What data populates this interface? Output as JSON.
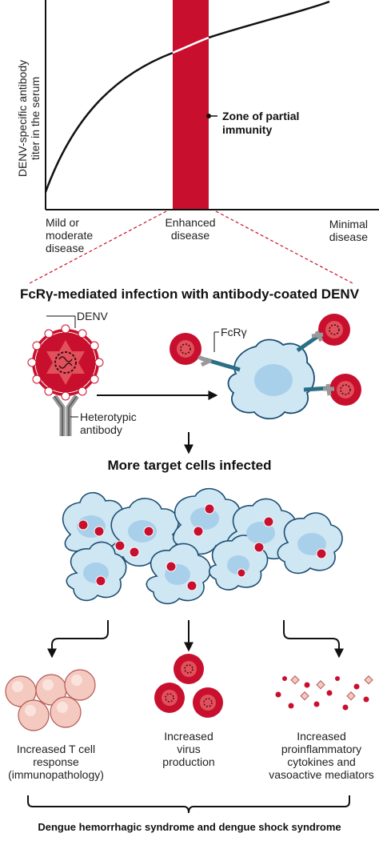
{
  "chart": {
    "ylabel": "DENV-specific antibody titer in the serum",
    "ylabel_line1": "DENV-specific antibody",
    "ylabel_line2": "titer in the serum",
    "zone_line1": "Zone of partial",
    "zone_line2": "immunity",
    "x_left_1": "Mild or",
    "x_left_2": "moderate",
    "x_left_3": "disease",
    "x_mid_1": "Enhanced",
    "x_mid_2": "disease",
    "x_right_1": "Minimal",
    "x_right_2": "disease",
    "colors": {
      "zone": "#c8102e",
      "curve": "#111111"
    }
  },
  "mechanism": {
    "title": "FcRγ-mediated infection with antibody-coated DENV",
    "denv_label": "DENV",
    "fcr_label": "FcRγ",
    "antibody_line1": "Heterotypic",
    "antibody_line2": "antibody"
  },
  "step2": {
    "title": "More target cells infected"
  },
  "outcomes": [
    {
      "line1": "Increased T cell",
      "line2": "response",
      "line3": "(immunopathology)"
    },
    {
      "line1": "Increased",
      "line2": "virus",
      "line3": "production"
    },
    {
      "line1": "Increased",
      "line2": "proinflammatory",
      "line3": "cytokines and",
      "line4": "vasoactive mediators"
    }
  ],
  "footer": {
    "text": "Dengue hemorrhagic syndrome and dengue shock syndrome"
  },
  "icons": [
    "virus-icon",
    "antibody-icon",
    "cell-icon",
    "t-cell-icon",
    "cytokine-icon",
    "arrow-icon"
  ],
  "colors": {
    "virus_red": "#c8102e",
    "cell_blue": "#cfe6f3",
    "nucleus_blue": "#a9d0ea",
    "tcell_pink": "#f4c9c0",
    "arrow": "#111111"
  }
}
